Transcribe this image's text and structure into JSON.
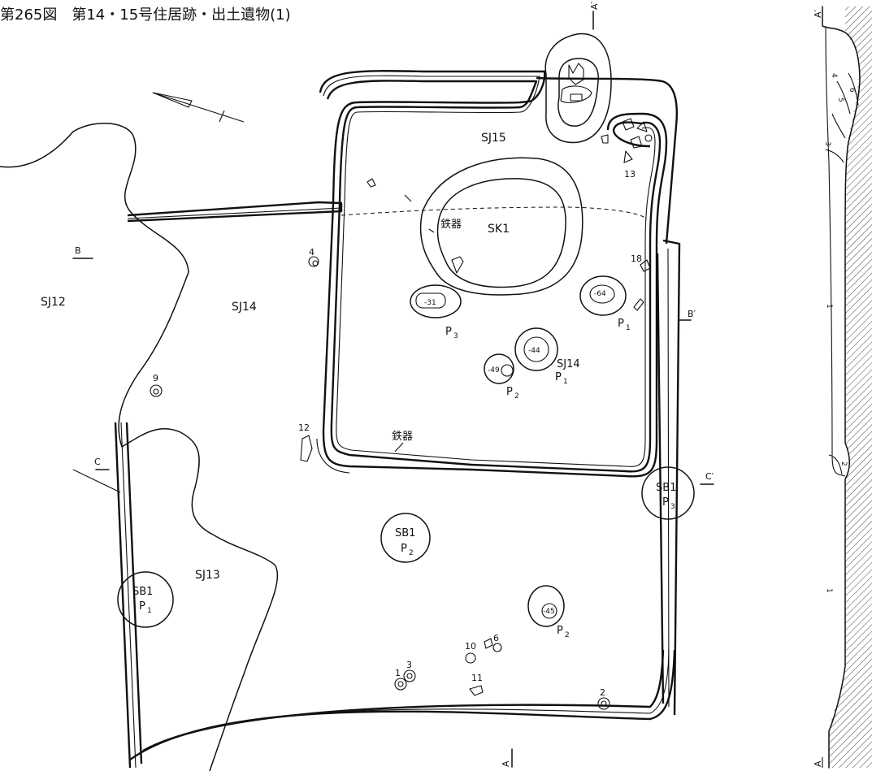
{
  "title": "第265図　第14・15号住居跡・出土遺物(1)",
  "features": {
    "sj12": "SJ12",
    "sj13": "SJ13",
    "sj14": "SJ14",
    "sj15": "SJ15",
    "sk1": "SK1",
    "sb1": "SB1",
    "sj14_p1": "SJ14",
    "p1": "P",
    "p2": "P",
    "p3": "P",
    "sub1": "1",
    "sub2": "2",
    "sub3": "3"
  },
  "artifacts": {
    "iron1": "鉄器",
    "iron2": "鉄器",
    "n1": "1",
    "n2": "2",
    "n3": "3",
    "n4": "4",
    "n6": "6",
    "n9": "9",
    "n10": "10",
    "n11": "11",
    "n12": "12",
    "n13": "13",
    "n18": "18"
  },
  "depths": {
    "d31": "-31",
    "d64": "-64",
    "d44": "-44",
    "d49": "-49",
    "d45": "-45"
  },
  "sections": {
    "a": "A",
    "a_prime": "A′",
    "b": "B",
    "b_prime": "B′",
    "c": "C",
    "c_prime": "C′"
  },
  "profile_layers": {
    "l1a": "1",
    "l1b": "1",
    "l2": "2",
    "l3": "3",
    "l4": "4",
    "l5": "5",
    "l6": "6",
    "pa_top": "A′",
    "pa_bottom": "A"
  }
}
